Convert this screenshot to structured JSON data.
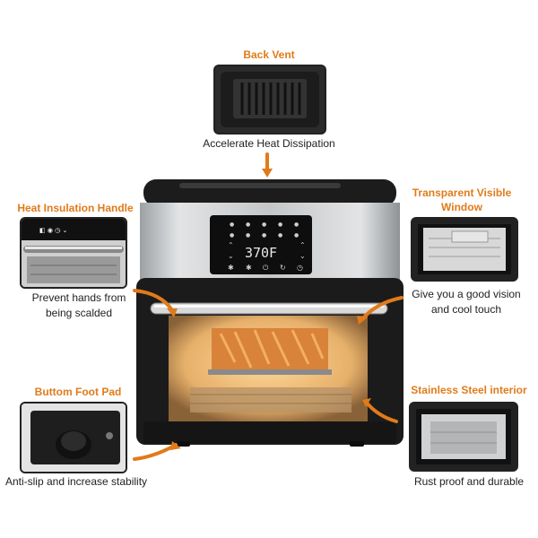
{
  "features": {
    "back_vent": {
      "title": "Back Vent",
      "caption": "Accelerate Heat Dissipation"
    },
    "handle": {
      "title": "Heat Insulation Handle",
      "caption_line1": "Prevent hands from",
      "caption_line2": "being scalded"
    },
    "window": {
      "title_line1": "Transparent Visible",
      "title_line2": "Window",
      "caption_line1": "Give you a good vision",
      "caption_line2": "and cool touch"
    },
    "foot_pad": {
      "title": "Buttom Foot Pad",
      "caption": "Anti-slip and increase stability"
    },
    "interior": {
      "title": "Stainless Steel interior",
      "caption": "Rust proof and durable"
    }
  },
  "display": {
    "temperature": "370F"
  },
  "colors": {
    "accent": "#e07b1a",
    "body": "#1b1b1b",
    "steel": "#c9cbcd"
  }
}
